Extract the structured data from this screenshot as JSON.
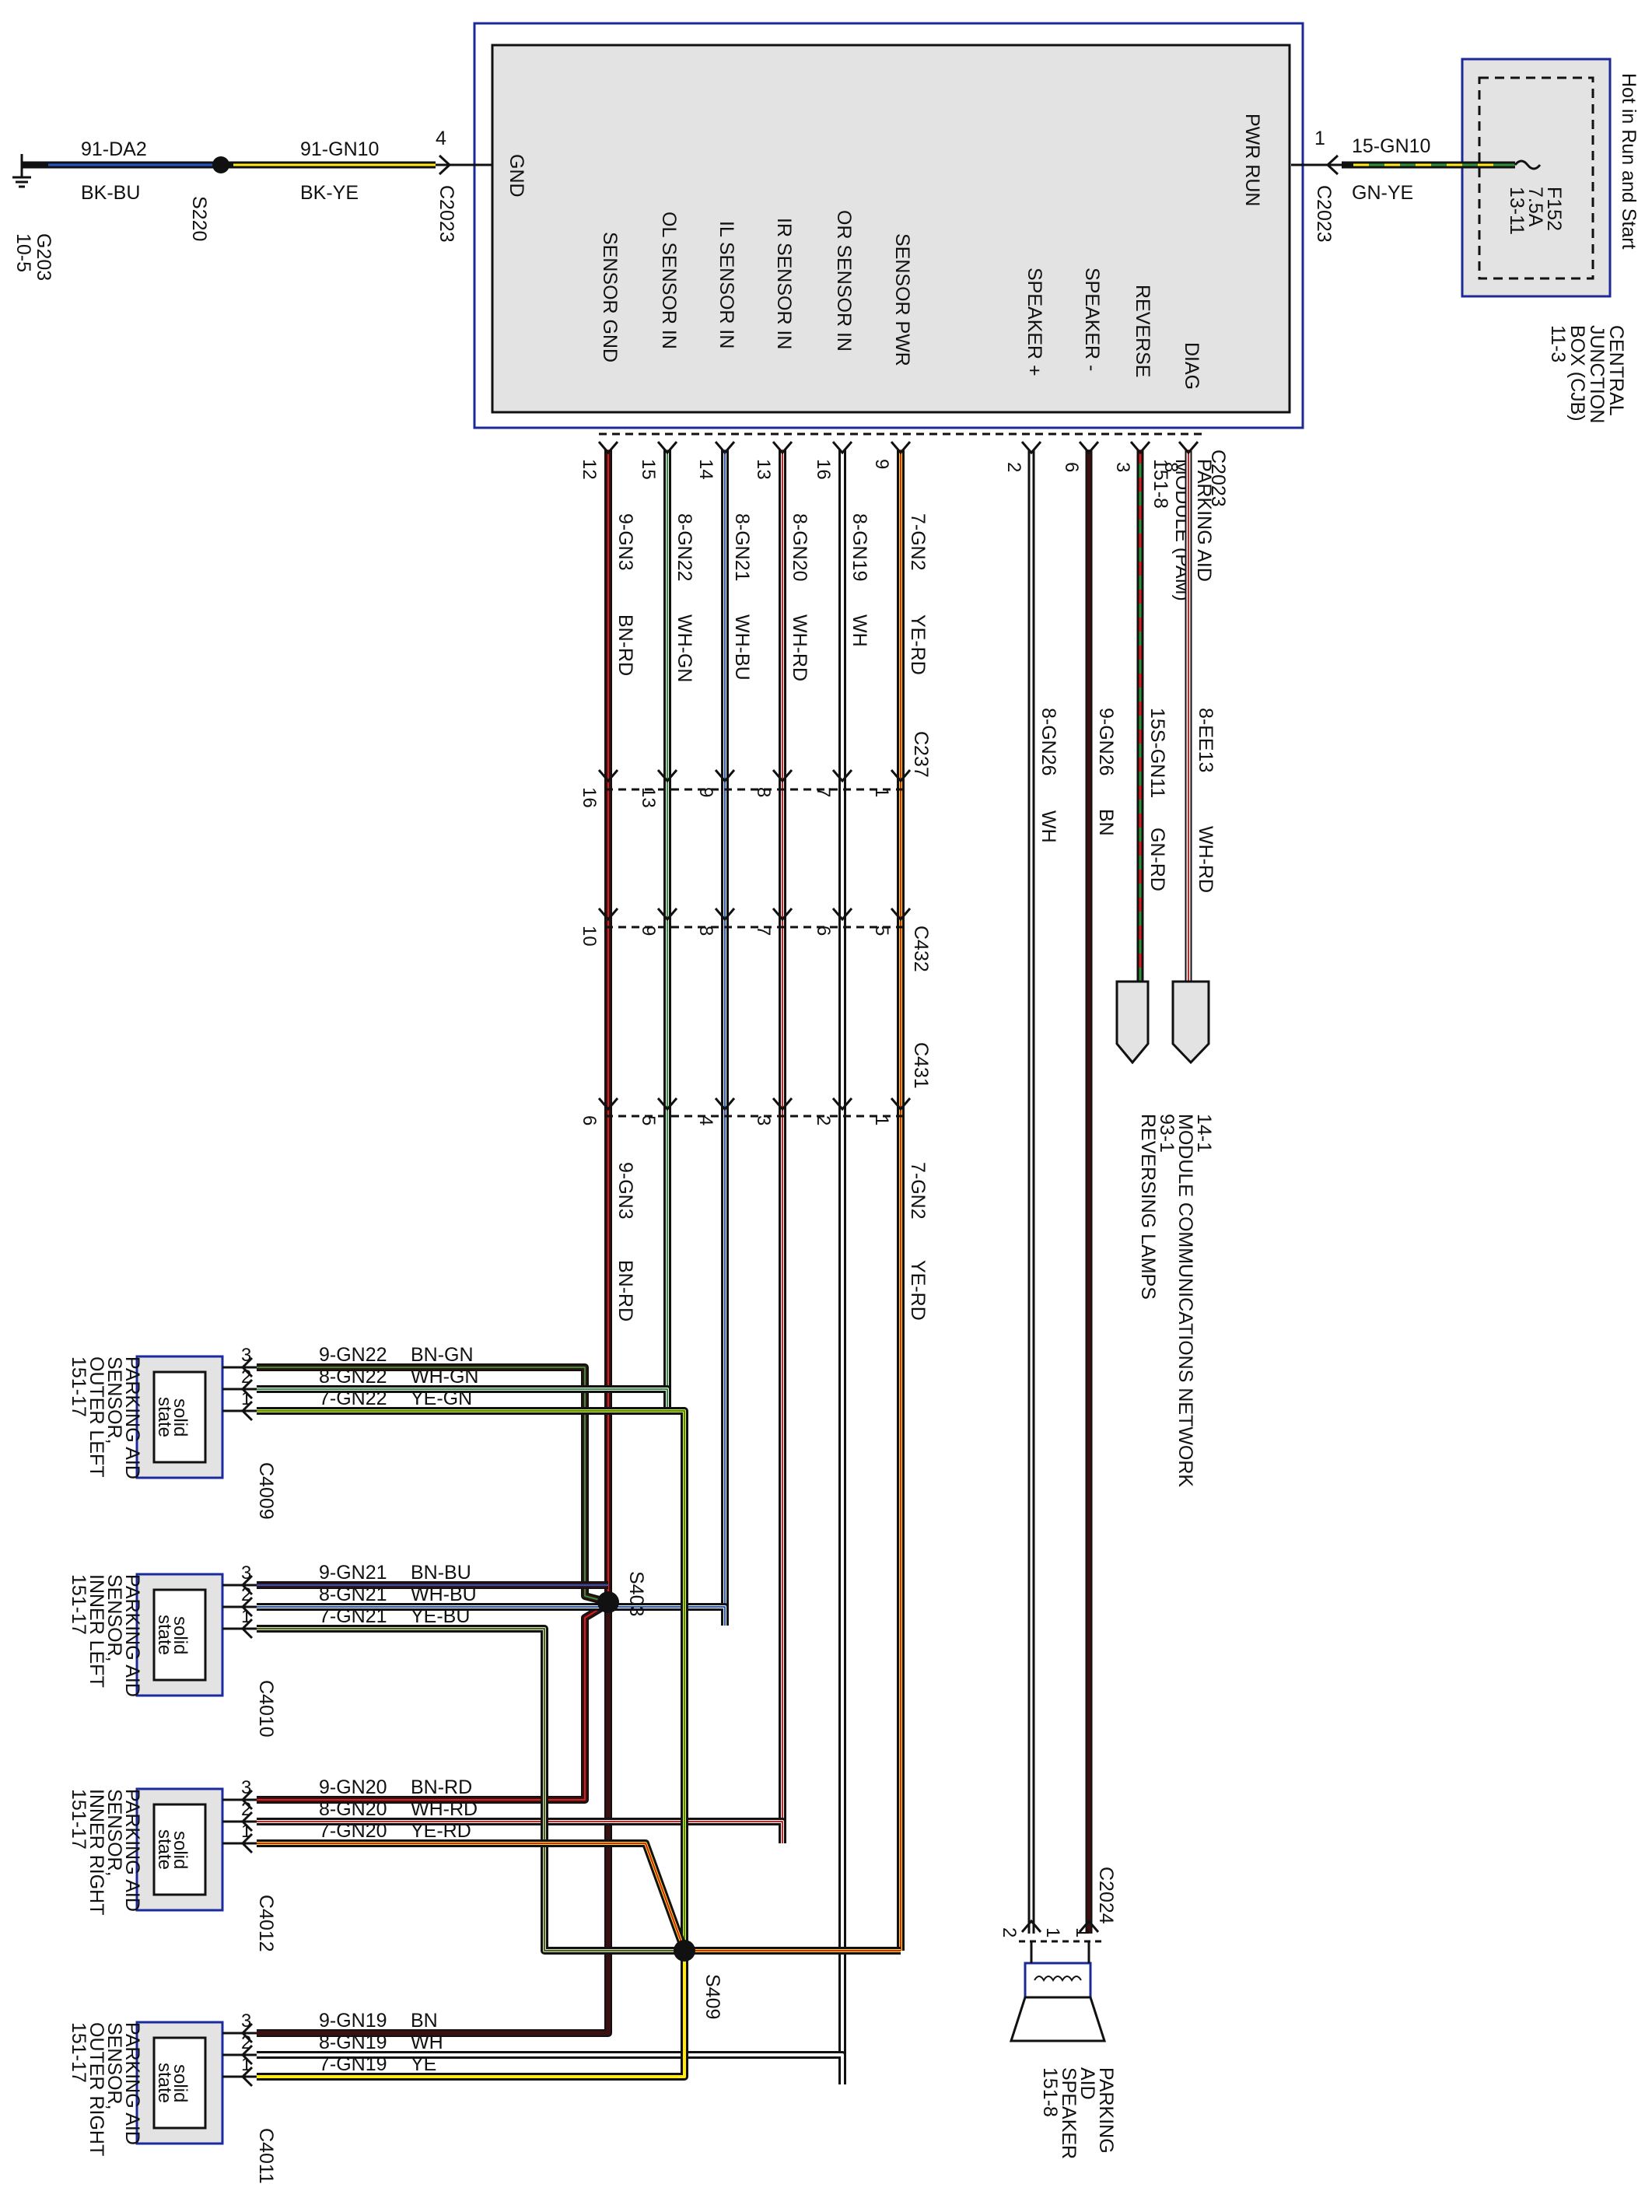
{
  "pam": {
    "title": [
      "PARKING AID",
      "MODULE (PAM)",
      "151-8"
    ],
    "left_label": "GND",
    "right_label": "PWR RUN",
    "pins": [
      "SENSOR GND",
      "OL SENSOR IN",
      "IL SENSOR IN",
      "IR SENSOR IN",
      "OR SENSOR IN",
      "SENSOR PWR",
      "SPEAKER +",
      "SPEAKER -",
      "REVERSE",
      "DIAG"
    ]
  },
  "ground": {
    "name": "G203",
    "ref": "10-5",
    "splice": "S220",
    "wire1": {
      "circuit": "91-DA2",
      "color": "BK-BU"
    },
    "wire2": {
      "circuit": "91-GN10",
      "color": "BK-YE"
    },
    "pin": "4",
    "connector": "C2023"
  },
  "cjb": {
    "title": [
      "CENTRAL",
      "JUNCTION",
      "BOX (CJB)",
      "11-3"
    ],
    "note": "Hot in Run and Start",
    "fuse": [
      "F152",
      "7.5A",
      "13-11"
    ],
    "wire": {
      "circuit": "15-GN10",
      "color": "GN-YE"
    },
    "pin": "1",
    "connector": "C2023"
  },
  "connectors": {
    "top": "C2023",
    "c237": "C237",
    "c432": "C432",
    "c431": "C431",
    "c2024": "C2024"
  },
  "bundle": [
    {
      "circuit": "9-GN3",
      "color": "BN-RD",
      "pins": [
        "12",
        "16",
        "10",
        "6"
      ]
    },
    {
      "circuit": "8-GN22",
      "color": "WH-GN",
      "pins": [
        "15",
        "13",
        "9",
        "5"
      ]
    },
    {
      "circuit": "8-GN21",
      "color": "WH-BU",
      "pins": [
        "14",
        "9",
        "8",
        "4"
      ]
    },
    {
      "circuit": "8-GN20",
      "color": "WH-RD",
      "pins": [
        "13",
        "8",
        "7",
        "3"
      ]
    },
    {
      "circuit": "8-GN19",
      "color": "WH",
      "pins": [
        "16",
        "7",
        "6",
        "2"
      ]
    },
    {
      "circuit": "7-GN2",
      "color": "YE-RD",
      "pins": [
        "9",
        "1",
        "5",
        "1"
      ]
    }
  ],
  "lower_labels": {
    "gnd": {
      "circuit": "9-GN3",
      "color": "BN-RD"
    },
    "pwr": {
      "circuit": "7-GN2",
      "color": "YE-RD"
    }
  },
  "right_wires": [
    {
      "pin": "2",
      "circuit": "8-GN26",
      "color": "WH"
    },
    {
      "pin": "6",
      "circuit": "9-GN26",
      "color": "BN"
    },
    {
      "pin": "3",
      "circuit": "15S-GN11",
      "color": "GN-RD"
    },
    {
      "pin": "8",
      "circuit": "8-EE13",
      "color": "WH-RD"
    }
  ],
  "destinations": [
    "14-1",
    "MODULE COMMUNICATIONS NETWORK",
    "93-1",
    "REVERSING LAMPS"
  ],
  "splices": {
    "s403": "S403",
    "s409": "S409"
  },
  "speaker": {
    "title": [
      "PARKING",
      "AID",
      "SPEAKER",
      "151-8"
    ],
    "connector": "C2024",
    "pins": [
      "1",
      "1",
      "2"
    ]
  },
  "sensors": [
    {
      "title": [
        "PARKING AID",
        "SENSOR,",
        "OUTER LEFT",
        "151-17"
      ],
      "connector": "C4009",
      "box": [
        "solid",
        "state"
      ],
      "wires": [
        {
          "pin": "3",
          "circuit": "9-GN22",
          "color": "BN-GN"
        },
        {
          "pin": "2",
          "circuit": "8-GN22",
          "color": "WH-GN"
        },
        {
          "pin": "1",
          "circuit": "7-GN22",
          "color": "YE-GN"
        }
      ]
    },
    {
      "title": [
        "PARKING AID",
        "SENSOR,",
        "INNER LEFT",
        "151-17"
      ],
      "connector": "C4010",
      "box": [
        "solid",
        "state"
      ],
      "wires": [
        {
          "pin": "3",
          "circuit": "9-GN21",
          "color": "BN-BU"
        },
        {
          "pin": "2",
          "circuit": "8-GN21",
          "color": "WH-BU"
        },
        {
          "pin": "1",
          "circuit": "7-GN21",
          "color": "YE-BU"
        }
      ]
    },
    {
      "title": [
        "PARKING AID",
        "SENSOR,",
        "INNER RIGHT",
        "151-17"
      ],
      "connector": "C4012",
      "box": [
        "solid",
        "state"
      ],
      "wires": [
        {
          "pin": "3",
          "circuit": "9-GN20",
          "color": "BN-RD"
        },
        {
          "pin": "2",
          "circuit": "8-GN20",
          "color": "WH-RD"
        },
        {
          "pin": "1",
          "circuit": "7-GN20",
          "color": "YE-RD"
        }
      ]
    },
    {
      "title": [
        "PARKING AID",
        "SENSOR,",
        "OUTER RIGHT",
        "151-17"
      ],
      "connector": "C4011",
      "box": [
        "solid",
        "state"
      ],
      "wires": [
        {
          "pin": "3",
          "circuit": "9-GN19",
          "color": "BN"
        },
        {
          "pin": "2",
          "circuit": "8-GN19",
          "color": "WH"
        },
        {
          "pin": "1",
          "circuit": "7-GN19",
          "color": "YE"
        }
      ]
    }
  ],
  "wire_colors": {
    "brown": "#3a1010",
    "red": "#d81e1e",
    "white": "#ffffff",
    "yellow": "#ffeb1a",
    "green": "#2f8f3a",
    "blue": "#2456c9",
    "black": "#111111",
    "darkblue": "#1c2a99",
    "module_fill": "#e3e3e3",
    "box_border": "#1b2a9e"
  }
}
